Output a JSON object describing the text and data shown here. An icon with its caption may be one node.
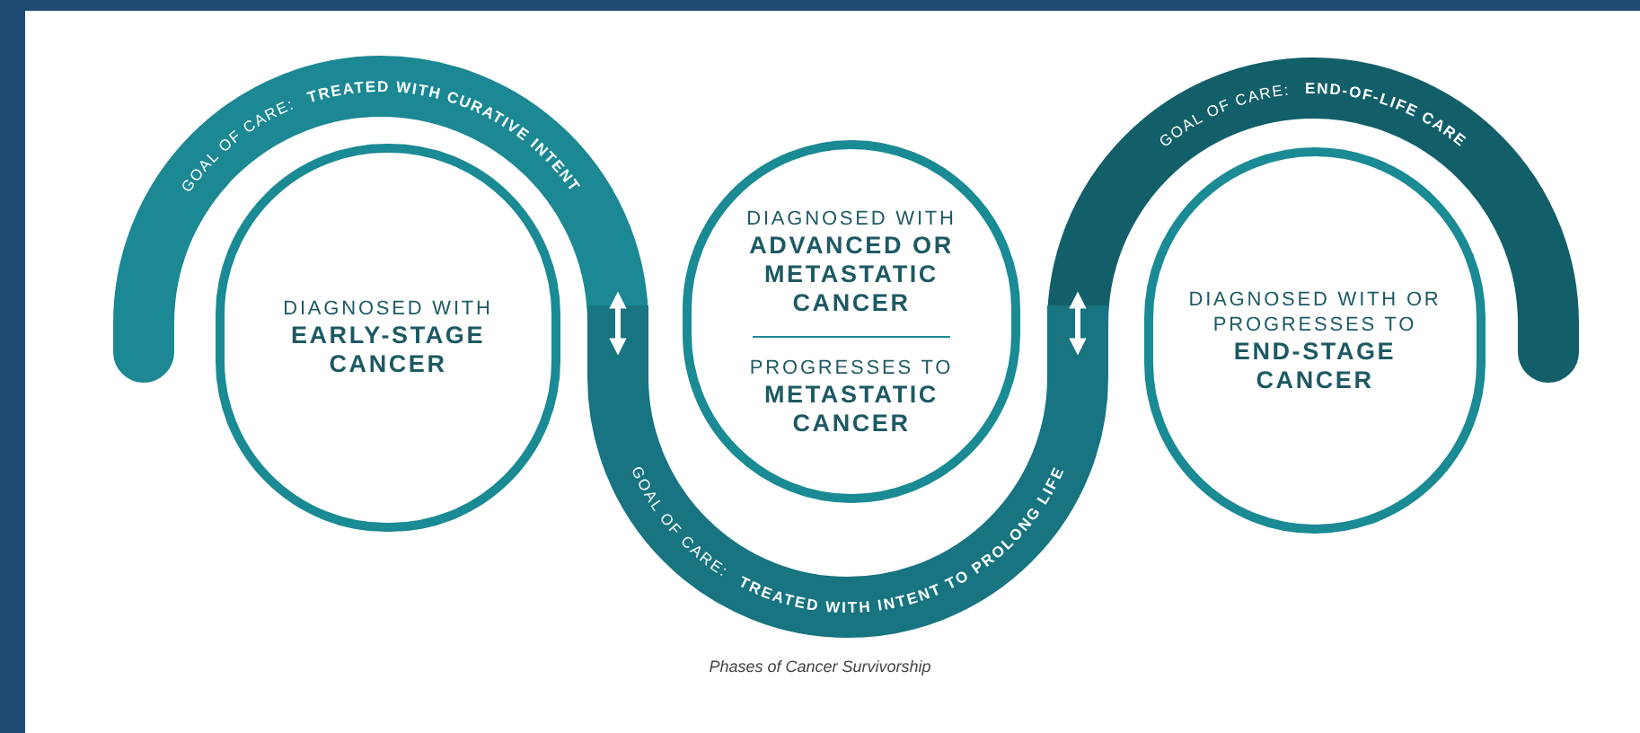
{
  "diagram": {
    "caption": "Phases of Cancer Survivorship",
    "nodes": [
      {
        "text": [
          "DIAGNOSED WITH **EARLY-STAGE CANCER**"
        ]
      },
      {
        "text": [
          "DIAGNOSED WITH **ADVANCED OR METASTATIC CANCER**",
          "PROGRESSES TO **METASTATIC CANCER**"
        ]
      },
      {
        "text": [
          "DIAGNOSED WITH OR PROGRESSES TO **END-STAGE CANCER**"
        ]
      },
      {
        "text": [
          "GOAL OF CARE: **TREATED WITH CURATIVE INTENT**"
        ]
      },
      {
        "text": [
          "GOAL OF CARE: **TREATED WITH INTENT TO PROLONG LIFE**"
        ]
      },
      {
        "text": [
          "GOAL OF CARE: **END-OF-LIFE CARE**"
        ]
      }
    ]
  }
}
